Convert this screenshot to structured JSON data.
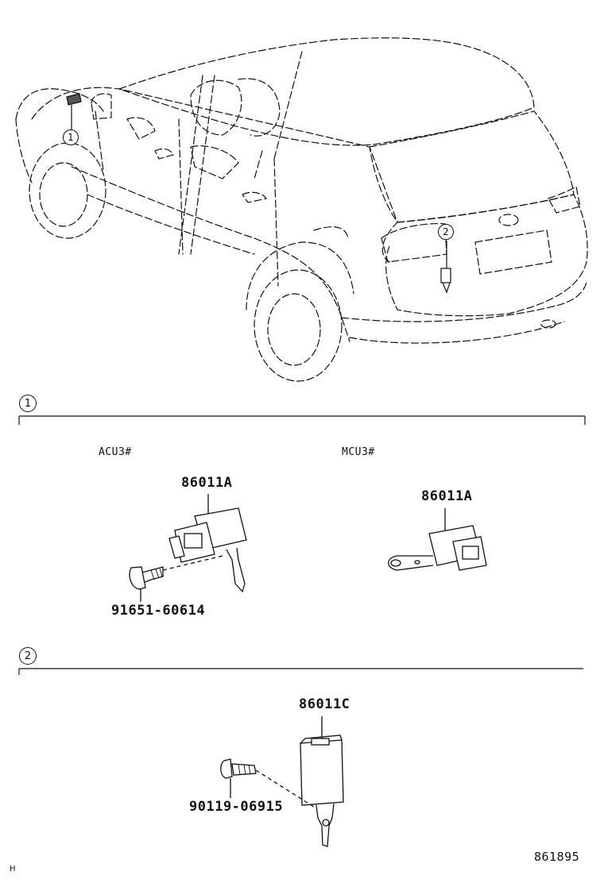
{
  "vehicle_callouts": [
    "1",
    "2"
  ],
  "sections": [
    {
      "number": "1",
      "variants": [
        {
          "label": "ACU3#",
          "part": "86011A",
          "bolt": "91651-60614"
        },
        {
          "label": "MCU3#",
          "part": "86011A"
        }
      ]
    },
    {
      "number": "2",
      "part": "86011C",
      "bolt": "90119-06915"
    }
  ],
  "footer": {
    "diagram_code": "861895",
    "corner_mark": "H"
  }
}
